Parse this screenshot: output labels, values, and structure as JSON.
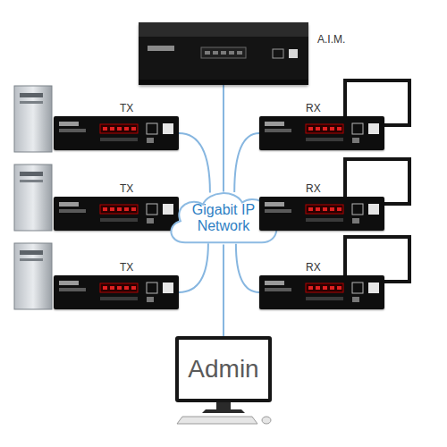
{
  "diagram": {
    "nodes": [
      {
        "text": [
          "A.I.M."
        ]
      },
      {
        "text": [
          "TX"
        ]
      },
      {
        "text": [
          "RX"
        ]
      },
      {
        "text": [
          "TX"
        ]
      },
      {
        "text": [
          "Gigabit IP Network"
        ]
      },
      {
        "text": [
          "RX"
        ]
      },
      {
        "text": [
          "TX"
        ]
      },
      {
        "text": [
          "RX"
        ]
      },
      {
        "text": [
          "Admin"
        ]
      }
    ],
    "edges": [
      {
        "from": 0,
        "to": 4,
        "arrow": "none"
      },
      {
        "from": 1,
        "to": 4,
        "arrow": "none"
      },
      {
        "from": 3,
        "to": 4,
        "arrow": "none"
      },
      {
        "from": 6,
        "to": 4,
        "arrow": "none"
      },
      {
        "from": 4,
        "to": 2,
        "arrow": "none"
      },
      {
        "from": 4,
        "to": 5,
        "arrow": "none"
      },
      {
        "from": 4,
        "to": 7,
        "arrow": "none"
      },
      {
        "from": 4,
        "to": 8,
        "arrow": "none"
      }
    ]
  }
}
